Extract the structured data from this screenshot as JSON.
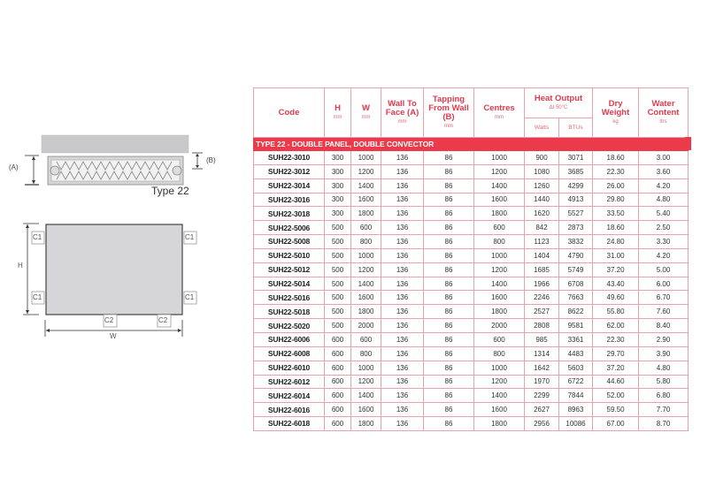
{
  "diagrams": {
    "side": {
      "label_a": "(A)",
      "label_b": "(B)",
      "type_label": "Type 22"
    },
    "front": {
      "label_h": "H",
      "label_w": "W",
      "c1": "C1",
      "c2": "C2"
    }
  },
  "table": {
    "headers": {
      "code": "Code",
      "h": "H",
      "h_unit": "mm",
      "w": "W",
      "w_unit": "mm",
      "wall_to_face": "Wall To Face (A)",
      "wall_to_face_unit": "mm",
      "tapping": "Tapping From Wall (B)",
      "tapping_unit": "mm",
      "centres": "Centres",
      "centres_unit": "mm",
      "heat_output": "Heat Output",
      "heat_output_sub": "Δt 50°C",
      "watts": "Watts",
      "btus": "BTUs",
      "dry_weight": "Dry Weight",
      "dry_weight_unit": "kg",
      "water_content": "Water Content",
      "water_content_unit": "ltrs"
    },
    "section_title": "TYPE 22 - DOUBLE PANEL, DOUBLE CONVECTOR",
    "rows": [
      [
        "SUH22-3010",
        "300",
        "1000",
        "136",
        "86",
        "1000",
        "900",
        "3071",
        "18.60",
        "3.00"
      ],
      [
        "SUH22-3012",
        "300",
        "1200",
        "136",
        "86",
        "1200",
        "1080",
        "3685",
        "22.30",
        "3.60"
      ],
      [
        "SUH22-3014",
        "300",
        "1400",
        "136",
        "86",
        "1400",
        "1260",
        "4299",
        "26.00",
        "4.20"
      ],
      [
        "SUH22-3016",
        "300",
        "1600",
        "136",
        "86",
        "1600",
        "1440",
        "4913",
        "29.80",
        "4.80"
      ],
      [
        "SUH22-3018",
        "300",
        "1800",
        "136",
        "86",
        "1800",
        "1620",
        "5527",
        "33.50",
        "5.40"
      ],
      [
        "SUH22-5006",
        "500",
        "600",
        "136",
        "86",
        "600",
        "842",
        "2873",
        "18.60",
        "2.50"
      ],
      [
        "SUH22-5008",
        "500",
        "800",
        "136",
        "86",
        "800",
        "1123",
        "3832",
        "24.80",
        "3.30"
      ],
      [
        "SUH22-5010",
        "500",
        "1000",
        "136",
        "86",
        "1000",
        "1404",
        "4790",
        "31.00",
        "4.20"
      ],
      [
        "SUH22-5012",
        "500",
        "1200",
        "136",
        "86",
        "1200",
        "1685",
        "5749",
        "37.20",
        "5.00"
      ],
      [
        "SUH22-5014",
        "500",
        "1400",
        "136",
        "86",
        "1400",
        "1966",
        "6708",
        "43.40",
        "6.00"
      ],
      [
        "SUH22-5016",
        "500",
        "1600",
        "136",
        "86",
        "1600",
        "2246",
        "7663",
        "49.60",
        "6.70"
      ],
      [
        "SUH22-5018",
        "500",
        "1800",
        "136",
        "86",
        "1800",
        "2527",
        "8622",
        "55.80",
        "7.60"
      ],
      [
        "SUH22-5020",
        "500",
        "2000",
        "136",
        "86",
        "2000",
        "2808",
        "9581",
        "62.00",
        "8.40"
      ],
      [
        "SUH22-6006",
        "600",
        "600",
        "136",
        "86",
        "600",
        "985",
        "3361",
        "22.30",
        "2.90"
      ],
      [
        "SUH22-6008",
        "600",
        "800",
        "136",
        "86",
        "800",
        "1314",
        "4483",
        "29.70",
        "3.90"
      ],
      [
        "SUH22-6010",
        "600",
        "1000",
        "136",
        "86",
        "1000",
        "1642",
        "5603",
        "37.20",
        "4.80"
      ],
      [
        "SUH22-6012",
        "600",
        "1200",
        "136",
        "86",
        "1200",
        "1970",
        "6722",
        "44.60",
        "5.80"
      ],
      [
        "SUH22-6014",
        "600",
        "1400",
        "136",
        "86",
        "1400",
        "2299",
        "7844",
        "52.00",
        "6.80"
      ],
      [
        "SUH22-6016",
        "600",
        "1600",
        "136",
        "86",
        "1600",
        "2627",
        "8963",
        "59.50",
        "7.70"
      ],
      [
        "SUH22-6018",
        "600",
        "1800",
        "136",
        "86",
        "1800",
        "2956",
        "10086",
        "67.00",
        "8.70"
      ]
    ]
  },
  "colors": {
    "accent": "#ea3a4b",
    "header_text": "#e13a4c",
    "grid": "#e7a3ac",
    "panel_grey": "#d6d6d8"
  }
}
